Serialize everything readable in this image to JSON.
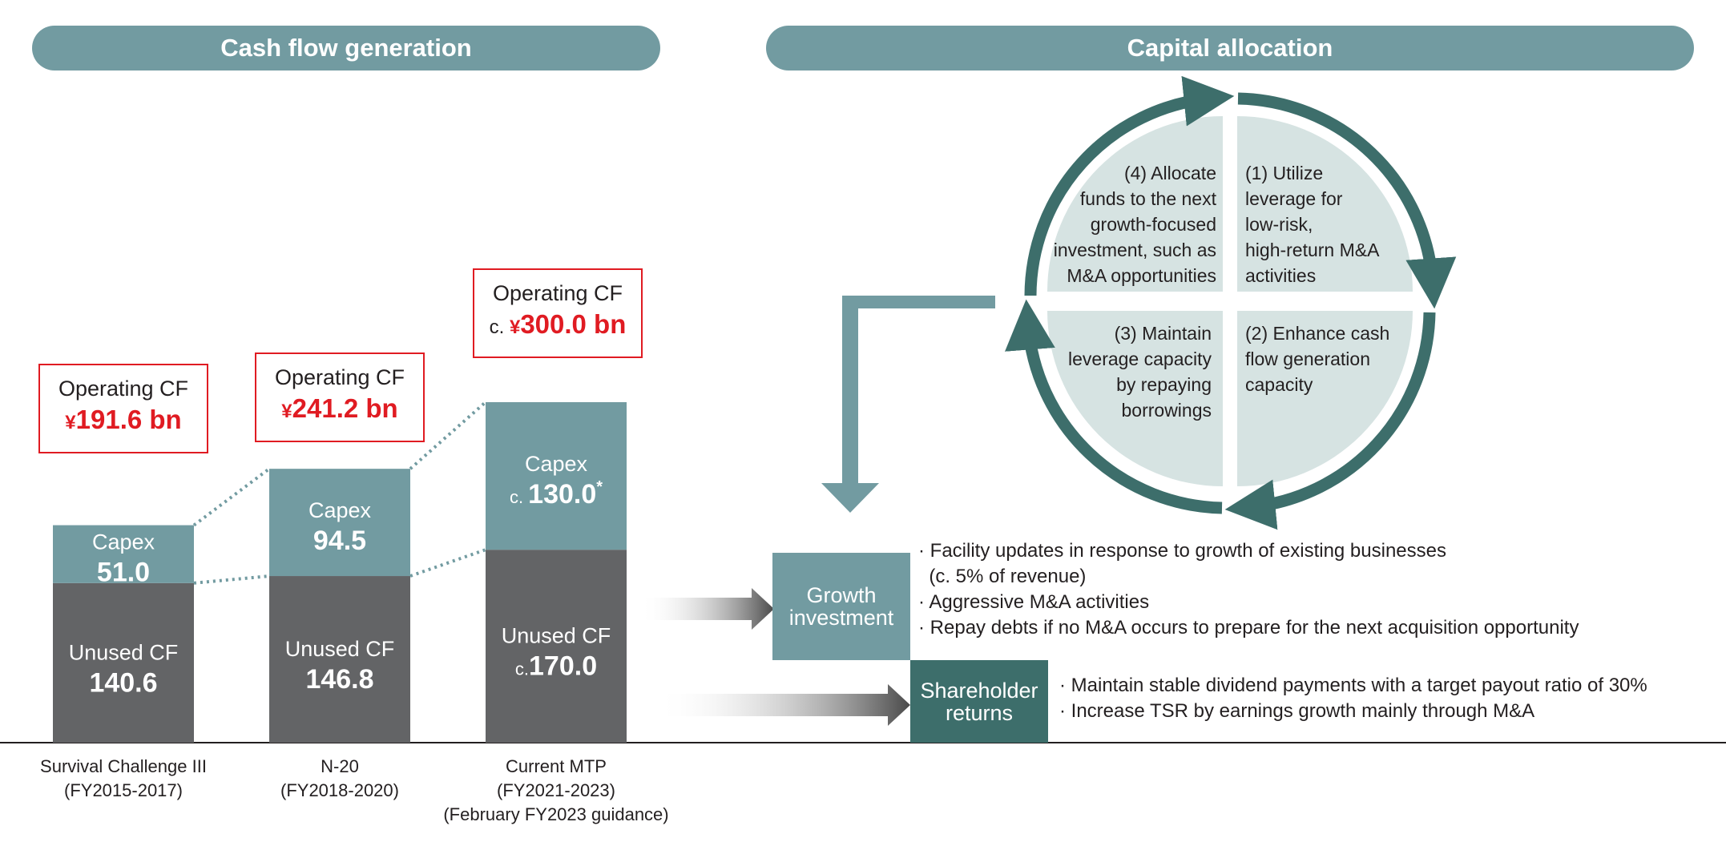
{
  "headers": {
    "left": "Cash flow generation",
    "right": "Capital allocation"
  },
  "colors": {
    "capex": "#729ba1",
    "unused": "#636466",
    "accent_red": "#e01b22",
    "dark_teal": "#3d6e6b",
    "circle_fill": "#d6e3e2"
  },
  "chart_data": {
    "type": "bar",
    "stacked": true,
    "categories": [
      "Survival Challenge III (FY2015-2017)",
      "N-20 (FY2018-2020)",
      "Current MTP (FY2021-2023) (February FY2023 guidance)"
    ],
    "series": [
      {
        "name": "Unused CF",
        "values": [
          140.6,
          146.8,
          170.0
        ]
      },
      {
        "name": "Capex",
        "values": [
          51.0,
          94.5,
          130.0
        ]
      }
    ],
    "operating_cf": [
      191.6,
      241.2,
      300.0
    ],
    "unit": "¥ bn"
  },
  "bars": [
    {
      "capex_label": "Capex",
      "capex_prefix": "",
      "capex_value": "51.0",
      "capex_note": "",
      "unused_label": "Unused CF",
      "unused_prefix": "",
      "unused_value": "140.6",
      "ocf_title": "Operating CF",
      "ocf_prefix": "",
      "ocf_yen": "¥",
      "ocf_value": "191.6 bn",
      "xlabel_line1": "Survival Challenge III",
      "xlabel_line2": "(FY2015-2017)",
      "xlabel_line3": ""
    },
    {
      "capex_label": "Capex",
      "capex_prefix": "",
      "capex_value": "94.5",
      "capex_note": "",
      "unused_label": "Unused CF",
      "unused_prefix": "",
      "unused_value": "146.8",
      "ocf_title": "Operating CF",
      "ocf_prefix": "",
      "ocf_yen": "¥",
      "ocf_value": "241.2 bn",
      "xlabel_line1": "N-20",
      "xlabel_line2": "(FY2018-2020)",
      "xlabel_line3": ""
    },
    {
      "capex_label": "Capex",
      "capex_prefix": "c.",
      "capex_value": "130.0",
      "capex_note": "*",
      "unused_label": "Unused CF",
      "unused_prefix": "c.",
      "unused_value": "170.0",
      "ocf_title": "Operating CF",
      "ocf_prefix": "c.",
      "ocf_yen": "¥",
      "ocf_value": "300.0 bn",
      "xlabel_line1": "Current MTP",
      "xlabel_line2": "(FY2021-2023)",
      "xlabel_line3": "(February FY2023 guidance)"
    }
  ],
  "cycle": {
    "q1": [
      "(1) Utilize",
      "leverage for",
      "low-risk,",
      "high-return M&A",
      "activities"
    ],
    "q2": [
      "(2) Enhance cash",
      "flow generation",
      "capacity"
    ],
    "q3": [
      "(3) Maintain",
      "leverage capacity",
      "by repaying",
      "borrowings"
    ],
    "q4": [
      "(4) Allocate",
      "funds to the next",
      "growth-focused",
      "investment, such as",
      "M&A opportunities"
    ]
  },
  "growth": {
    "label_line1": "Growth",
    "label_line2": "investment",
    "bullets": [
      "· Facility updates in response to growth of existing businesses",
      "  (c. 5% of revenue)",
      "· Aggressive M&A activities",
      "· Repay debts if no M&A occurs to prepare for the next acquisition opportunity"
    ]
  },
  "shareholder": {
    "label_line1": "Shareholder",
    "label_line2": "returns",
    "bullets": [
      "· Maintain stable dividend payments with a target payout ratio of 30%",
      "· Increase TSR by earnings growth mainly through M&A"
    ]
  }
}
